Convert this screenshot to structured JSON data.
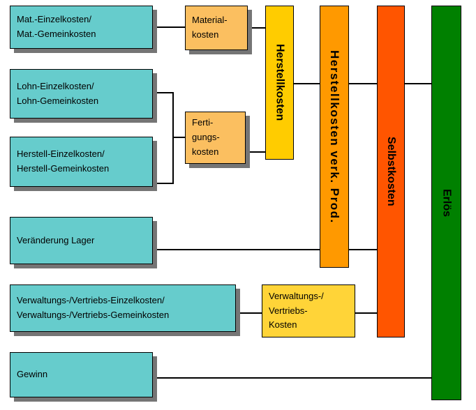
{
  "boxes": {
    "mat": {
      "text": "Mat.-Einzelkosten/\nMat.-Gemeinkosten"
    },
    "lohn": {
      "text": "Lohn-Einzelkosten/\nLohn-Gemeinkosten"
    },
    "herstell": {
      "text": "Herstell-Einzelkosten/\nHerstell-Gemeinkosten"
    },
    "lager": {
      "text": "Veränderung Lager"
    },
    "verw": {
      "text": "Verwaltungs-/Vertriebs-Einzelkosten/\nVerwaltungs-/Vertriebs-Gemeinkosten"
    },
    "gewinn": {
      "text": "Gewinn"
    },
    "material": {
      "text": "Material-\nkosten"
    },
    "fertigung": {
      "text": "Ferti-\ngungs-\nkosten"
    },
    "verwkosten": {
      "text": "Verwaltungs-/\nVertriebs-\nKosten"
    }
  },
  "bars": {
    "herstellkosten": {
      "text": "Herstellkosten"
    },
    "hkvp": {
      "text": "Herstellkosten verk. Prod."
    },
    "selbstkosten": {
      "text": "Selbstkosten"
    },
    "erloes": {
      "text": "Erlös"
    }
  },
  "colors": {
    "teal": "#66CCCC",
    "light_orange": "#FBBF60",
    "gold": "#FFCC00",
    "yellow": "#FFD438",
    "orange": "#FF9900",
    "red_orange": "#FF5500",
    "green": "#008000",
    "shadow": "#757575",
    "connector": "#000000"
  }
}
